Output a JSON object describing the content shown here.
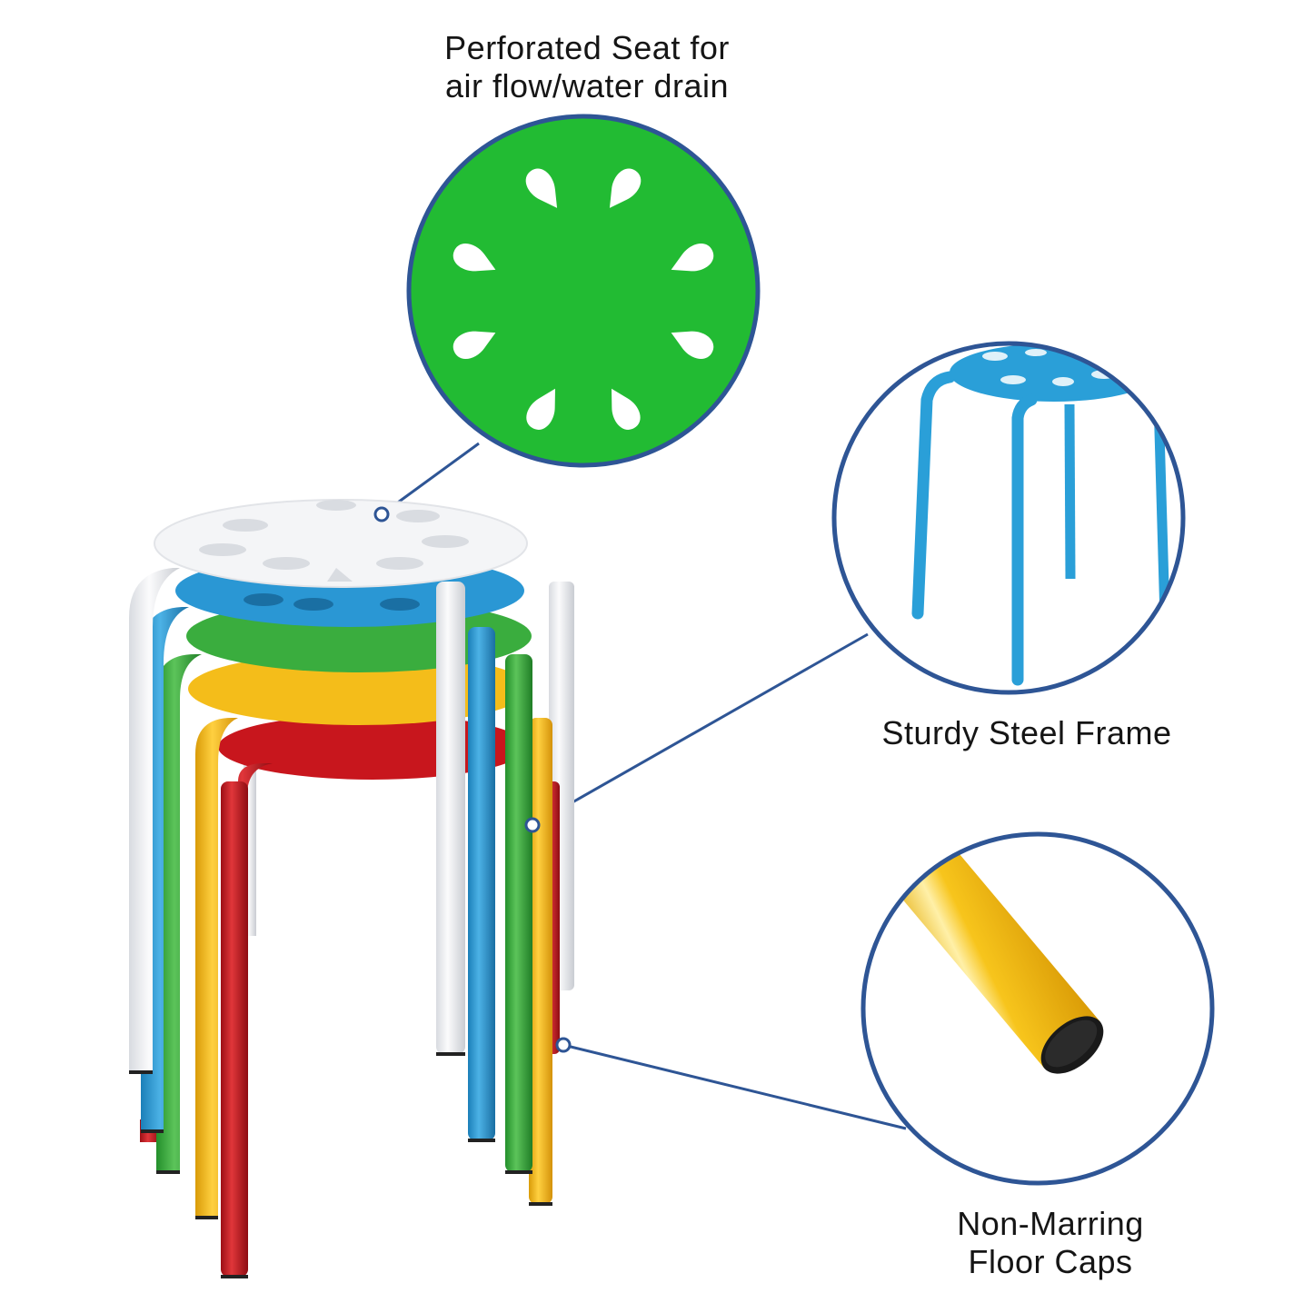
{
  "infographic": {
    "subject": "Stack of 5 colorful plastic-seat steel stools",
    "stool_colors": {
      "white": "#f2f3f5",
      "blue": "#2a97d4",
      "green": "#3aad3e",
      "yellow": "#f4bd1a",
      "red": "#c8161d"
    },
    "accent_color": "#2e5595",
    "callouts": [
      {
        "id": "perforated-seat",
        "lines": [
          "Perforated Seat for",
          "air flow/water drain"
        ],
        "detail_image": "green perforated seat top view",
        "detail_fill": "#22bb33"
      },
      {
        "id": "steel-frame",
        "lines": [
          "Sturdy Steel Frame"
        ],
        "detail_image": "blue stool legs close-up",
        "detail_fill": "#2a9fd8"
      },
      {
        "id": "floor-caps",
        "lines": [
          "Non-Marring",
          "Floor Caps"
        ],
        "detail_image": "yellow leg with black floor cap",
        "detail_fill": "#f2c11c"
      }
    ]
  }
}
